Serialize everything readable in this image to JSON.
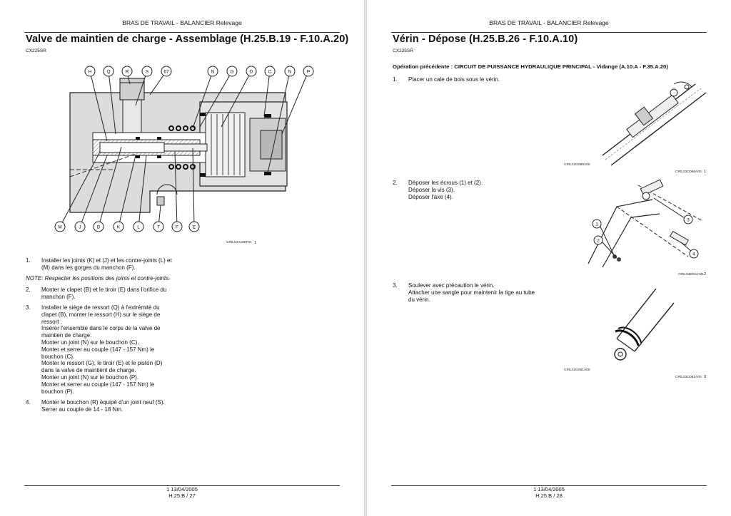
{
  "header": "BRAS DE TRAVAIL - BALANCIER Relevage",
  "left": {
    "title": "Valve de maintien de charge - Assemblage (H.25.B.19 - F.10.A.20)",
    "model": "CX225SR",
    "callouts_top": [
      "H",
      "Q",
      "R",
      "S",
      "67",
      "N",
      "G",
      "D",
      "C",
      "N",
      "P"
    ],
    "callouts_bottom": [
      "M",
      "J",
      "B",
      "K",
      "L",
      "T",
      "F",
      "E"
    ],
    "figure_code": "CRIL04A190F01",
    "figure_num": "1",
    "steps": [
      {
        "num": "1.",
        "lines": [
          "Installer les joints (K) et (J) et les contre-joints (L) et",
          "(M) dans les gorges du manchon (F)."
        ]
      },
      {
        "num": "2.",
        "lines": [
          "Monter le clapet (B) et le tiroir (E) dans l'orifice du",
          "manchon (F)."
        ]
      },
      {
        "num": "3.",
        "lines": [
          "Installer le siège de ressort (Q) à l'extrémité du",
          "clapet (B), monter le ressort (H) sur le siège de",
          "ressort .",
          "Insérer l'ensemble dans le corps de la valve de",
          "maintien de charge.",
          "Monter un joint (N) sur le bouchon (C).",
          "Monter et serrer au couple (147 - 157 Nm) le",
          "bouchon (C).",
          "Monter le ressort (G), le tiroir (E) et le piston (D)",
          "dans la valve de maintient de charge.",
          "Monter un joint (N) sur le bouchon (P).",
          "Monter et serrer au couple (147 - 157 Nm) le",
          "bouchon (P)."
        ]
      },
      {
        "num": "4.",
        "lines": [
          "Monter le bouchon (R) équipé d'un joint neuf (S).",
          "Serrer au couple de 14 - 18 Nm."
        ]
      }
    ],
    "note": "NOTE: Respecter les positions des joints et contre-joints.",
    "footer_line1": "1 13/04/2005",
    "footer_line2": "H.25.B / 27"
  },
  "right": {
    "title": "Vérin - Dépose (H.25.B.26 - F.10.A.10)",
    "model": "CX225SR",
    "prereq": "Opération précédente : CIRCUIT DE PUISSANCE HYDRAULIQUE PRINCIPAL - Vidange (A.10.A - F.35.A.20)",
    "steps": [
      {
        "num": "1.",
        "lines": [
          "Placer un cale de bois sous le vérin."
        ]
      },
      {
        "num": "2.",
        "lines": [
          "Déposer les écrous (1) et (2).",
          "Déposer la vis (3).",
          "Déposer l'axe (4)."
        ]
      },
      {
        "num": "3.",
        "lines": [
          "Soulever avec précaution le vérin.",
          "Attacher une sangle pour maintenir la tige au tube",
          "du vérin."
        ]
      }
    ],
    "figures": [
      {
        "code_a": "CRIL03G066A00",
        "code_b": "CRIL03G066A00",
        "num": "1"
      },
      {
        "code_a": "CRIL04E044A01",
        "num": "2",
        "callouts": [
          "1",
          "2",
          "3",
          "4"
        ]
      },
      {
        "code_a": "CRIL03G061A00",
        "code_b": "CRIL03G061A00",
        "num": "3"
      }
    ],
    "footer_line1": "1 13/04/2005",
    "footer_line2": "H.25.B / 28"
  }
}
